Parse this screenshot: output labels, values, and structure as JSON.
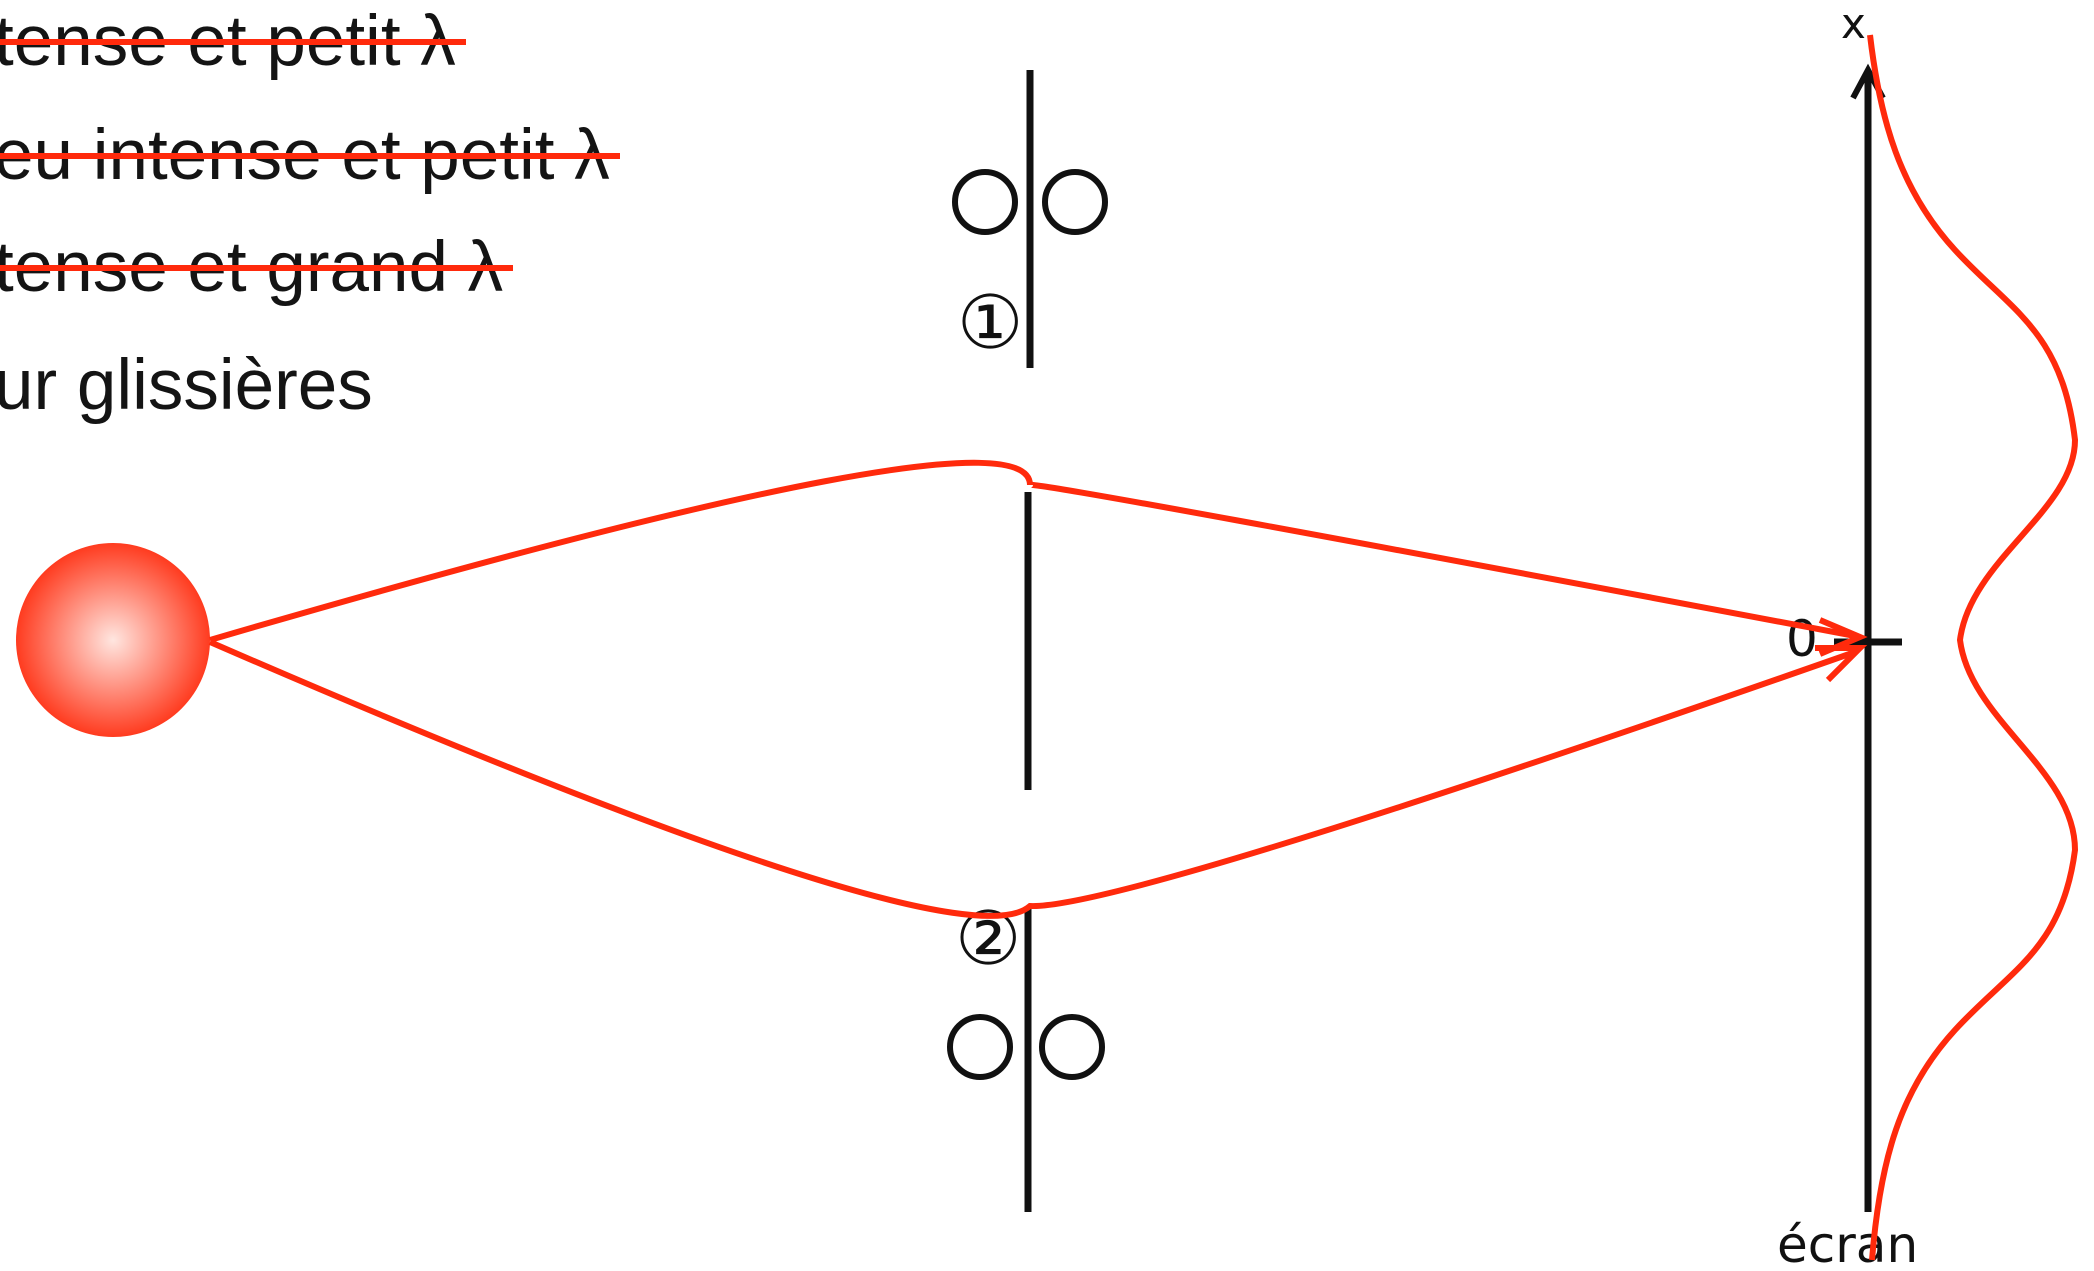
{
  "list_lines": [
    {
      "text": "tense et petit λ",
      "struck": true
    },
    {
      "text": "eu intense et petit λ",
      "struck": true
    },
    {
      "text": "tense et grand λ",
      "struck": true
    },
    {
      "text": "ur glissières",
      "struck": false
    }
  ],
  "labels": {
    "slit_one": "①",
    "slit_two": "②",
    "axis_x": "x",
    "origin": "0",
    "screen": "écran"
  },
  "colors": {
    "ray": "#ff2a0c",
    "ink": "#111111",
    "source_center": "#ffe6e0",
    "source_edge": "#ff3b1f"
  }
}
